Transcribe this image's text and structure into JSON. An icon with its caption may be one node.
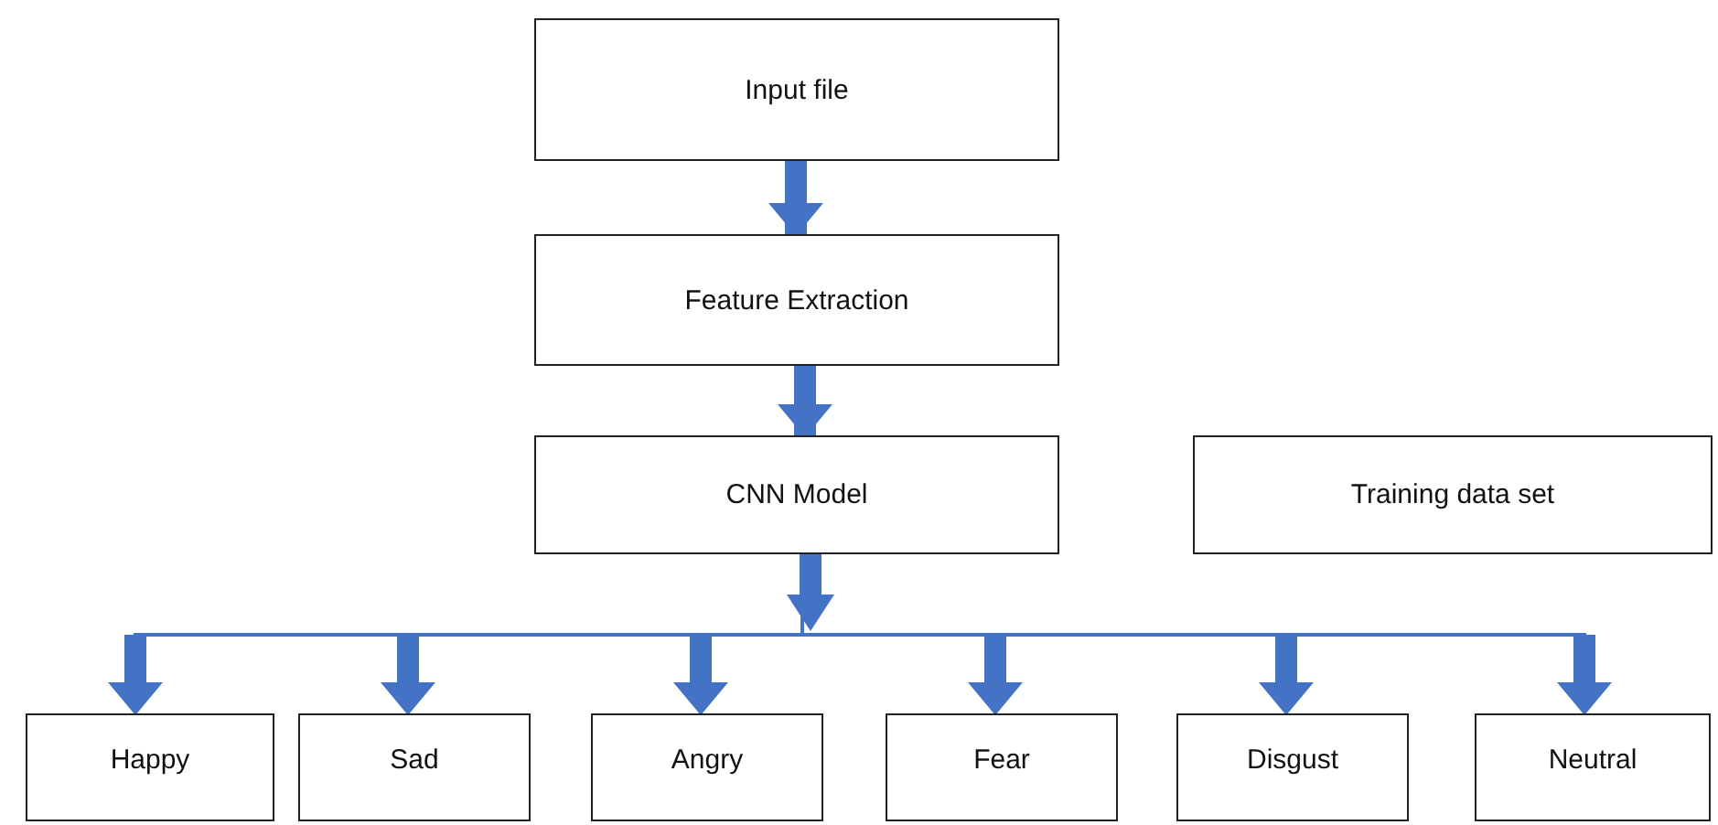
{
  "diagram": {
    "nodes": [
      {
        "text": [
          "Input file"
        ]
      },
      {
        "text": [
          "Feature Extraction"
        ]
      },
      {
        "text": [
          "CNN Model"
        ]
      },
      {
        "text": [
          "Training data set"
        ]
      },
      {
        "text": [
          "Happy"
        ]
      },
      {
        "text": [
          "Sad"
        ]
      },
      {
        "text": [
          "Angry"
        ]
      },
      {
        "text": [
          "Fear"
        ]
      },
      {
        "text": [
          "Disgust"
        ]
      },
      {
        "text": [
          "Neutral"
        ]
      }
    ],
    "edges": [
      {
        "from": 0,
        "to": 1,
        "arrow": "to",
        "style": "thick"
      },
      {
        "from": 1,
        "to": 2,
        "arrow": "to",
        "style": "thick"
      },
      {
        "from": 2,
        "to": 4,
        "arrow": "to"
      },
      {
        "from": 2,
        "to": 5,
        "arrow": "to"
      },
      {
        "from": 2,
        "to": 6,
        "arrow": "to"
      },
      {
        "from": 2,
        "to": 7,
        "arrow": "to"
      },
      {
        "from": 2,
        "to": 8,
        "arrow": "to"
      },
      {
        "from": 2,
        "to": 9,
        "arrow": "to"
      }
    ]
  }
}
